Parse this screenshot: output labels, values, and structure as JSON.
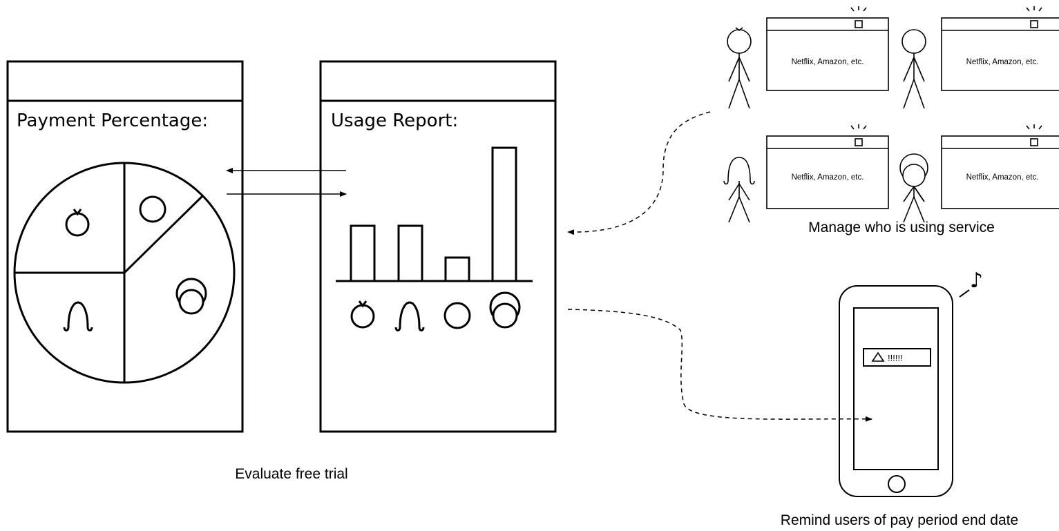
{
  "colors": {
    "ink": "#000000",
    "paper": "#ffffff"
  },
  "payment_panel": {
    "title": "Payment Percentage:"
  },
  "usage_panel": {
    "title": "Usage Report:"
  },
  "service_windows": {
    "label_1": "Netflix, Amazon, etc.",
    "label_2": "Netflix, Amazon, etc.",
    "label_3": "Netflix, Amazon, etc.",
    "label_4": "Netflix, Amazon, etc."
  },
  "phone": {
    "alert_text": "!!!!!!"
  },
  "captions": {
    "manage": "Manage who is using service",
    "evaluate": "Evaluate free trial",
    "remind": "Remind users of pay period end date"
  }
}
